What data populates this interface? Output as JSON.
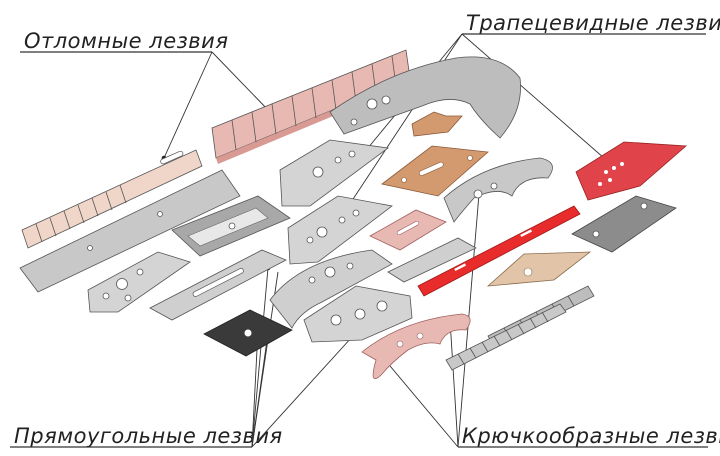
{
  "labels": {
    "snap_off": "Отломные лезвия",
    "trapezoid": "Трапецевидные лезвия",
    "rectangular": "Прямоугольные лезвия",
    "hook": "Крючкообразные лезвия"
  },
  "colors": {
    "gray_light": "#d9d9d9",
    "gray_mid": "#bdbdbd",
    "gray_dark": "#8c8c8c",
    "pink": "#e8b9b3",
    "pink_dark": "#d99a94",
    "tan": "#e2b89e",
    "copper": "#d39a70",
    "red": "#e0444a",
    "red_bright": "#e82b2b",
    "black": "#333333",
    "line": "#333333"
  }
}
